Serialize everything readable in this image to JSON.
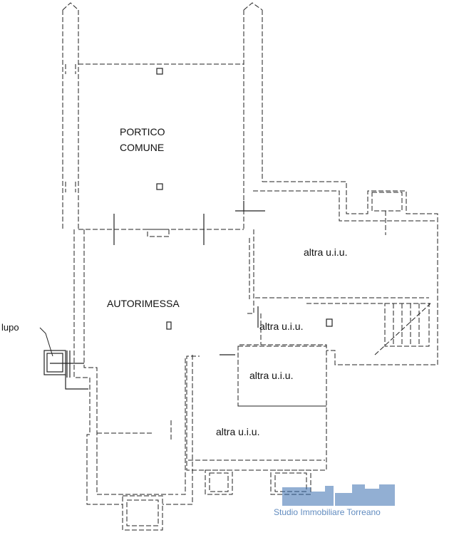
{
  "plan": {
    "rooms": {
      "portico_line1": "PORTICO",
      "portico_line2": "COMUNE",
      "autorimessa": "AUTORIMESSA",
      "altra_uiu_1": "altra u.i.u.",
      "altra_uiu_2": "altra u.i.u.",
      "altra_uiu_3": "altra u.i.u.",
      "altra_uiu_4": "altra u.i.u."
    },
    "notes": {
      "lupo": "lupo"
    }
  },
  "watermark": {
    "text": "Studio Immobiliare Torreano",
    "color": "#3a6fb0"
  },
  "colors": {
    "line": "#222222",
    "background": "#ffffff"
  }
}
